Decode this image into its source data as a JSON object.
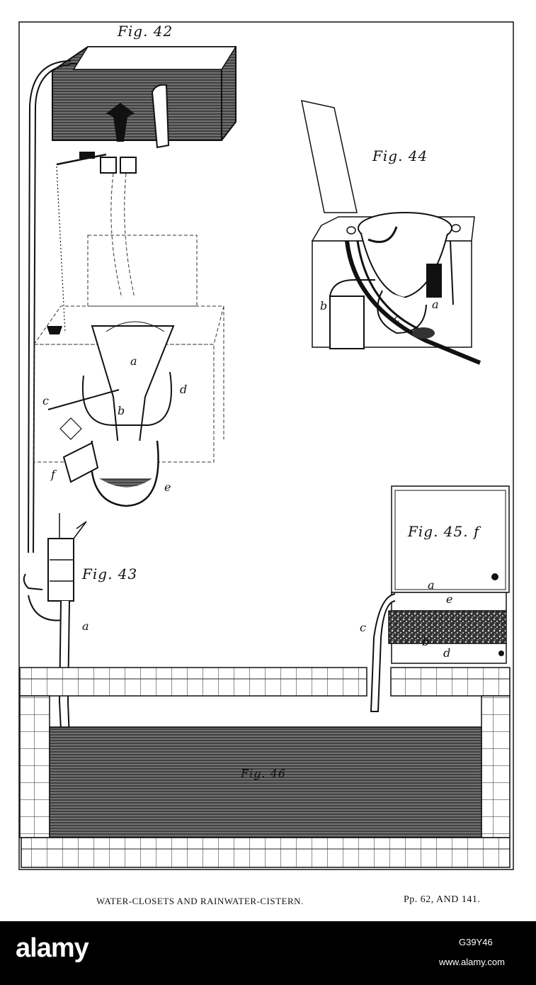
{
  "plate": {
    "figure_labels": {
      "fig42": "Fig. 42",
      "fig43": "Fig. 43",
      "fig44": "Fig. 44",
      "fig45": "Fig. 45. f",
      "fig46": "Fig. 46"
    },
    "fig42_letters": {
      "a": "a",
      "b": "b",
      "c": "c",
      "d": "d",
      "e": "e",
      "f": "f"
    },
    "fig43_letters": {
      "a": "a"
    },
    "fig44_letters": {
      "a": "a",
      "b": "b",
      "c": "c"
    },
    "fig45_letters": {
      "a": "a",
      "b": "b",
      "c": "c",
      "d": "d",
      "e": "e"
    },
    "caption_left": "WATER-CLOSETS AND RAINWATER-CISTERN.",
    "caption_right": "Pp. 62, AND 141."
  },
  "watermark": {
    "logo_text": "alamy",
    "image_id": "G39Y46",
    "url": "www.alamy.com"
  }
}
